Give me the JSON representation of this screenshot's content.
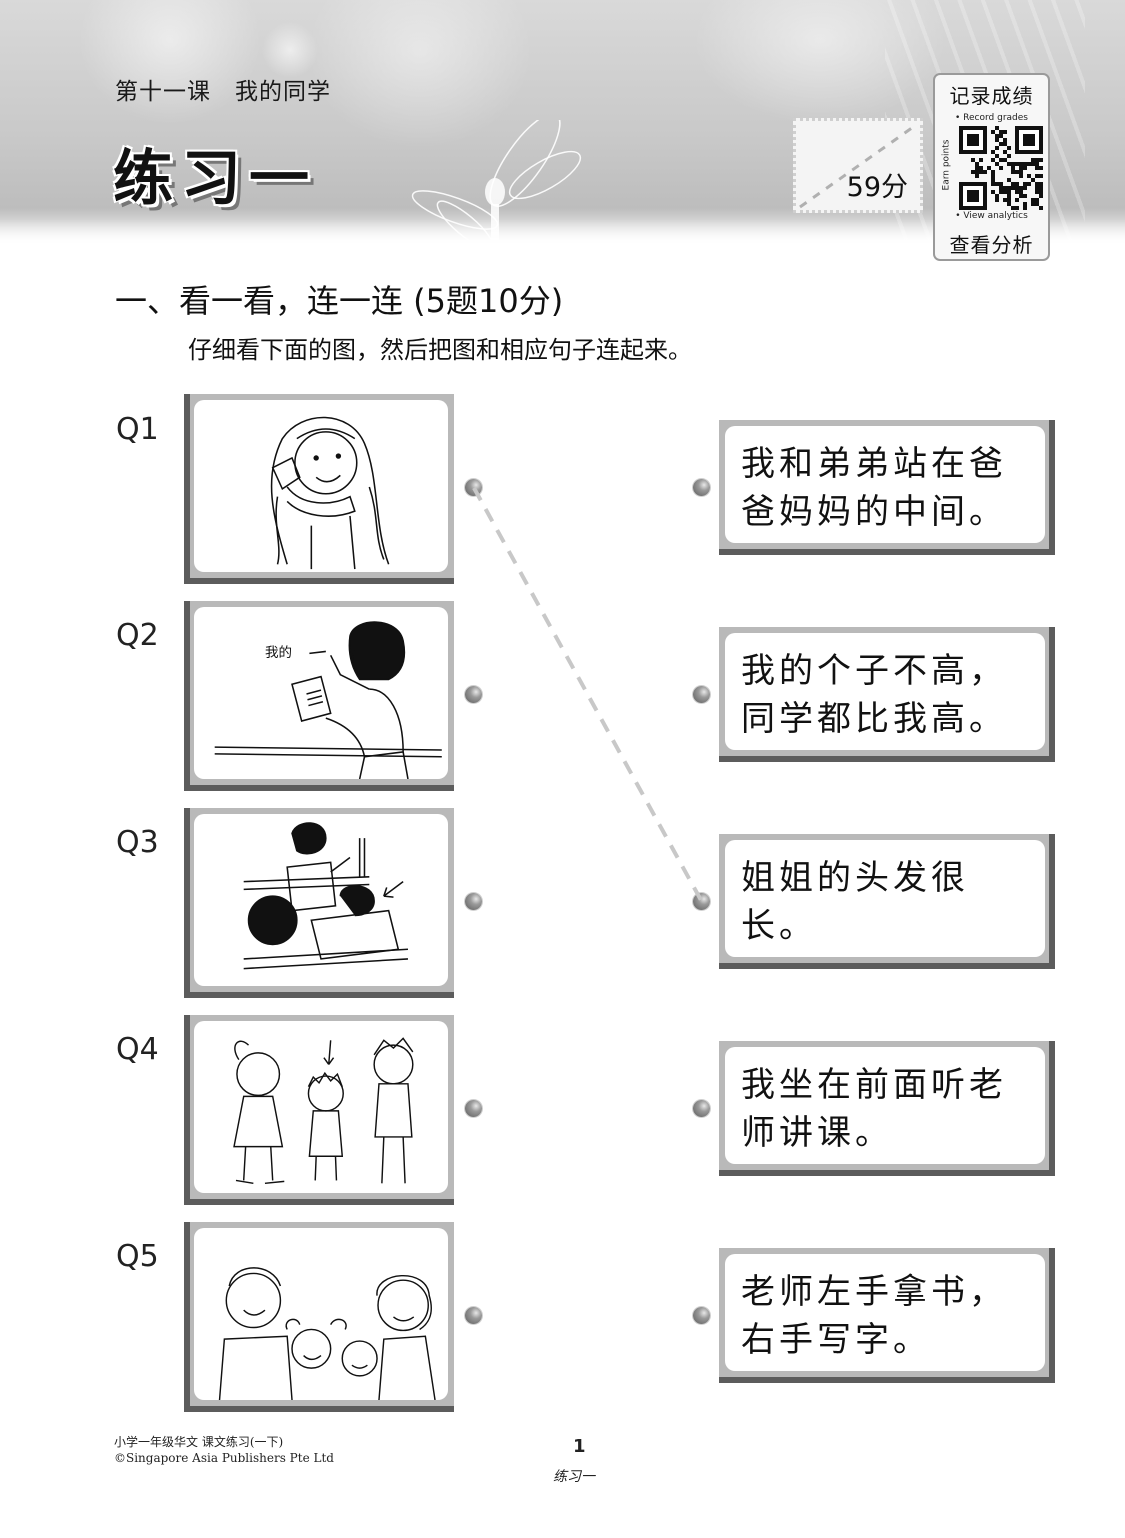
{
  "header": {
    "lesson": "第十一课　我的同学",
    "exercise_title": "练习一",
    "score": "59分",
    "qr_card": {
      "top_label": "记录成绩",
      "record_grades": "• Record grades",
      "earn_points": "Earn points",
      "view_analytics": "• View analytics",
      "bottom_label": "查看分析"
    }
  },
  "section": {
    "title": "一、看一看，连一连 (5题10分)",
    "instruction": "仔细看下面的图，然后把图和相应句子连起来。"
  },
  "questions": [
    {
      "label": "Q1",
      "picture": "girl-brushing-long-hair"
    },
    {
      "label": "Q2",
      "picture": "teacher-holding-book-writing"
    },
    {
      "label": "Q3",
      "picture": "classroom-boy-front-row"
    },
    {
      "label": "Q4",
      "picture": "short-boy-between-tall-classmates"
    },
    {
      "label": "Q5",
      "picture": "family-of-four"
    }
  ],
  "sentences": [
    {
      "line1": "我和弟弟站在爸",
      "line2": "爸妈妈的中间。"
    },
    {
      "line1": "我的个子不高，",
      "line2": "同学都比我高。"
    },
    {
      "line1": "姐姐的头发很",
      "line2": "长。"
    },
    {
      "line1": "我坐在前面听老",
      "line2": "师讲课。"
    },
    {
      "line1": "老师左手拿书，",
      "line2": "右手写字。"
    }
  ],
  "answers_drawn": [
    {
      "question": "Q1",
      "sentence_index": 3
    }
  ],
  "footer": {
    "book_title": "小学一年级华文 课文练习(一下)",
    "copyright": "©Singapore Asia Publishers Pte Ltd",
    "page_number": "1",
    "page_label": "练习一"
  }
}
